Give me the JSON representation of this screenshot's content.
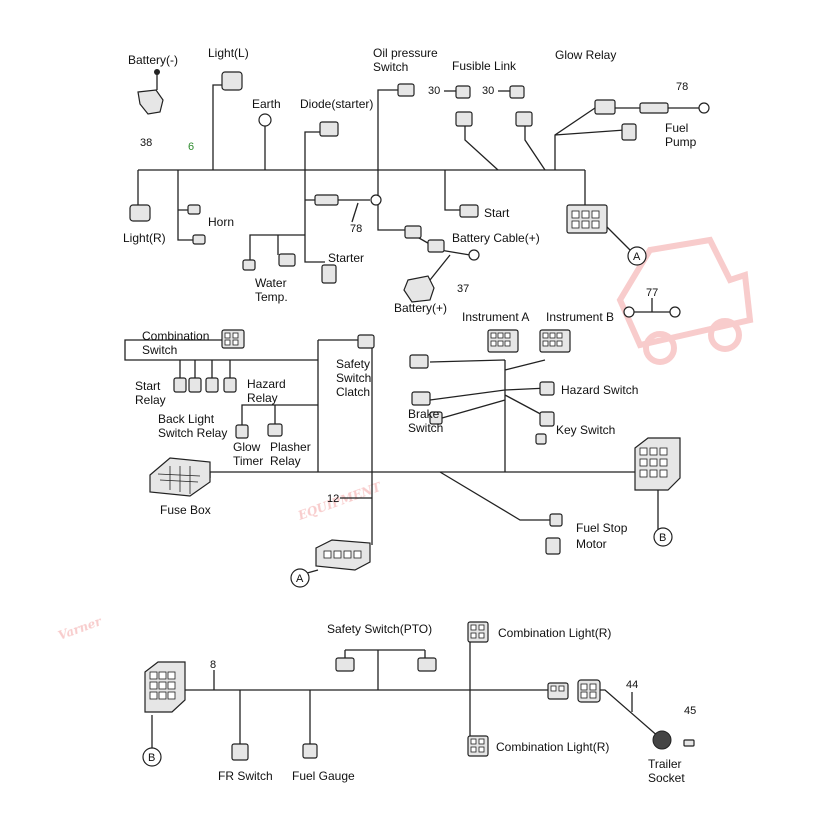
{
  "watermark": {
    "text_a": "Varner",
    "text_b": "EQUIPMENT",
    "color": "#f2a3a3"
  },
  "colors": {
    "wire": "#222222",
    "highlight_number": "#2e8b2e"
  },
  "section1": {
    "battery_neg": "Battery(-)",
    "n38": "38",
    "light_l": "Light(L)",
    "n6": "6",
    "earth": "Earth",
    "diode": "Diode(starter)",
    "oil1": "Oil pressure",
    "oil2": "Switch",
    "fusible": "Fusible Link",
    "n30a": "30",
    "n30b": "30",
    "glow_relay": "Glow Relay",
    "n78a": "78",
    "fuel_pump1": "Fuel",
    "fuel_pump2": "Pump",
    "light_r": "Light(R)",
    "horn": "Horn",
    "n78b": "78",
    "start": "Start",
    "battery_cable": "Battery Cable(+)",
    "water1": "Water",
    "water2": "Temp.",
    "starter": "Starter",
    "n37": "37",
    "battery_pos": "Battery(+)",
    "conn_a": "A"
  },
  "section2": {
    "n77": "77",
    "comb1": "Combination",
    "comb2": "Switch",
    "safety1": "Safety",
    "safety2": "Switch",
    "safety3": "Clatch",
    "inst_a": "Instrument A",
    "inst_b": "Instrument B",
    "start_relay1": "Start",
    "start_relay2": "Relay",
    "hazard_relay1": "Hazard",
    "hazard_relay2": "Relay",
    "back1": "Back Light",
    "back2": "Switch Relay",
    "glow1": "Glow",
    "glow2": "Timer",
    "plasher1": "Plasher",
    "plasher2": "Relay",
    "hazard_switch": "Hazard Switch",
    "brake1": "Brake",
    "brake2": "Switch",
    "key_switch": "Key Switch",
    "fuse_box": "Fuse Box",
    "n12": "12",
    "fuel_stop1": "Fuel Stop",
    "fuel_stop2": "Motor",
    "conn_a": "A",
    "conn_b": "B"
  },
  "section3": {
    "safety_pto": "Safety Switch(PTO)",
    "comb_light_top": "Combination Light(R)",
    "n8": "8",
    "n44": "44",
    "n45": "45",
    "comb_light_bottom": "Combination Light(R)",
    "fr_switch": "FR Switch",
    "fuel_gauge": "Fuel Gauge",
    "trailer1": "Trailer",
    "trailer2": "Socket",
    "conn_b": "B"
  }
}
